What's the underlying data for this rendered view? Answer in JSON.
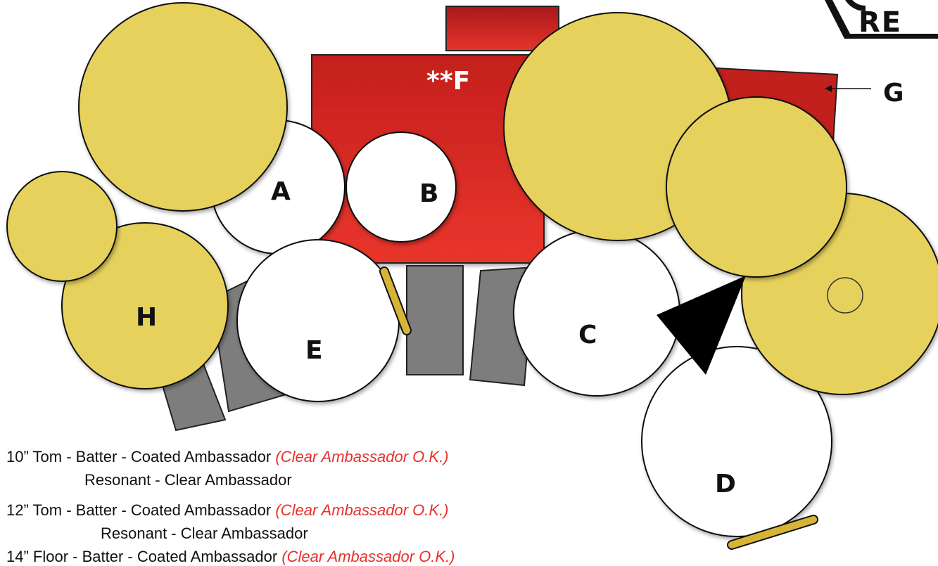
{
  "logo": {
    "text": "RE"
  },
  "labels": {
    "A": "A",
    "B": "B",
    "C": "C",
    "D": "D",
    "E": "E",
    "F": "**F",
    "G": "G",
    "H": "H"
  },
  "colors": {
    "shell_red": "#c8201c",
    "cymbal_yellow": "#e6d15c",
    "hardware_gray": "#7d7d7d",
    "head_white": "#ffffff",
    "accent_red": "#e5322d"
  },
  "notes": [
    {
      "size": "10” Tom",
      "batter": "Batter - Coated Ambassador",
      "alt": "(Clear Ambassador O.K.)",
      "resonant": "Resonant - Clear Ambassador"
    },
    {
      "size": "12” Tom",
      "batter": "Batter - Coated Ambassador",
      "alt": "(Clear Ambassador O.K.)",
      "resonant": "Resonant - Clear Ambassador"
    },
    {
      "size": "14” Floor",
      "batter": "Batter - Coated Ambassador",
      "alt": "(Clear Ambassador O.K.)"
    }
  ]
}
